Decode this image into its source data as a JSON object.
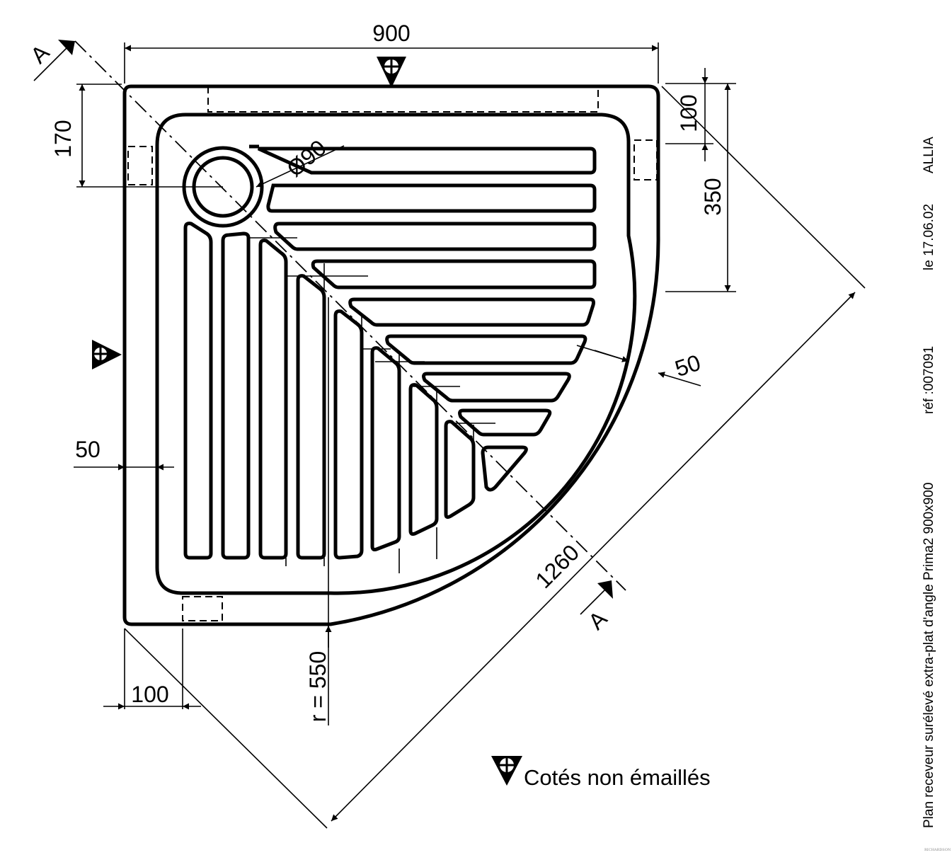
{
  "dimensions": {
    "width_top": "900",
    "offset_170": "170",
    "offset_100_right": "100",
    "offset_350": "350",
    "drain_diameter": "Ø90",
    "rim_50_right": "50",
    "rim_50_left": "50",
    "diagonal_1260": "1260",
    "radius": "r = 550",
    "offset_100_bottom": "100"
  },
  "section": {
    "top_marker": "A",
    "bottom_marker": "A"
  },
  "legend": {
    "text": "Cotés non émaillés",
    "symbol": "non-enamelled-side-symbol"
  },
  "title_block": {
    "description": "Plan receveur surélevé extra-plat d'angle Prima2 900x900",
    "reference": "réf :007091",
    "date": "le 17.06.02",
    "company": "ALLIA"
  },
  "watermark": "RICHARDSON",
  "colors": {
    "ink": "#000000",
    "paper": "#ffffff"
  }
}
